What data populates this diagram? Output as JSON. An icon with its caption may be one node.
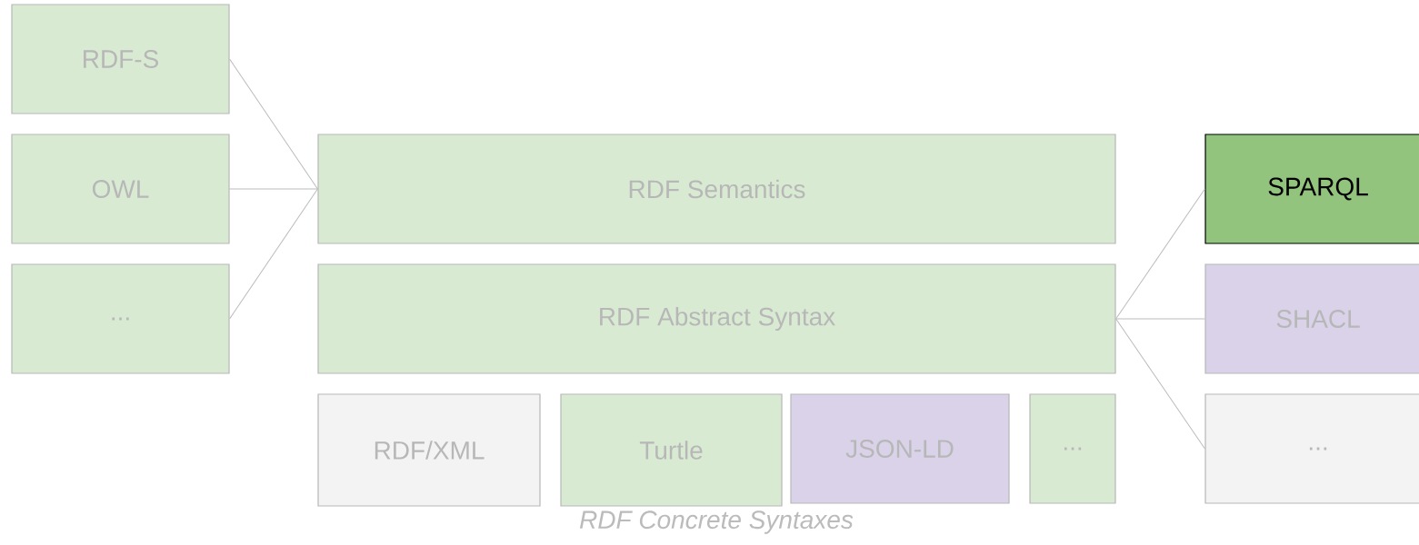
{
  "diagram": {
    "nodes": [
      {
        "text": [
          "RDF-S"
        ]
      },
      {
        "text": [
          "OWL"
        ]
      },
      {
        "text": [
          "..."
        ]
      },
      {
        "text": [
          "RDF Semantics"
        ]
      },
      {
        "text": [
          "RDF Abstract Syntax"
        ]
      },
      {
        "text": [
          "SPARQL"
        ]
      },
      {
        "text": [
          "SHACL"
        ]
      },
      {
        "text": [
          "..."
        ]
      },
      {
        "text": [
          "RDF/XML"
        ]
      },
      {
        "text": [
          "Turtle"
        ]
      },
      {
        "text": [
          "JSON-LD"
        ]
      },
      {
        "text": [
          "..."
        ]
      }
    ],
    "edges": [
      {
        "from": 0,
        "to": 3,
        "arrow": "none"
      },
      {
        "from": 1,
        "to": 3,
        "arrow": "none"
      },
      {
        "from": 2,
        "to": 3,
        "arrow": "none"
      },
      {
        "from": 4,
        "to": 5,
        "arrow": "none"
      },
      {
        "from": 4,
        "to": 6,
        "arrow": "none"
      },
      {
        "from": 4,
        "to": 7,
        "arrow": "none"
      }
    ],
    "labels": [
      "*RDF Concrete Syntaxes*"
    ]
  }
}
